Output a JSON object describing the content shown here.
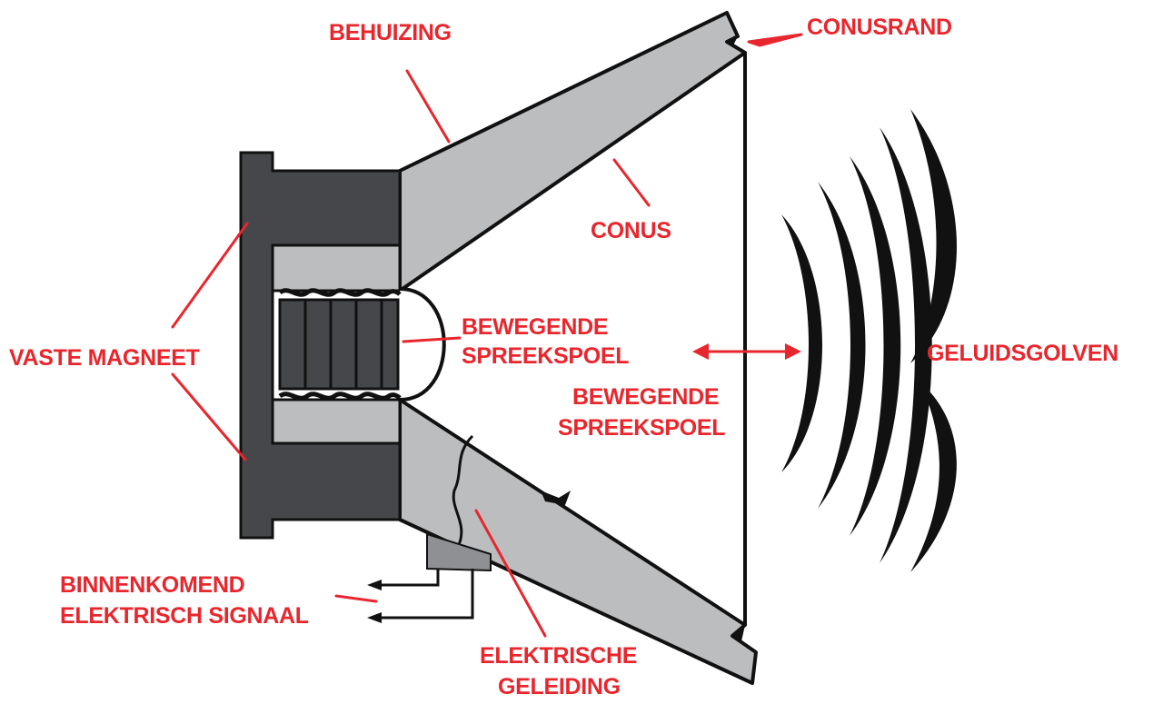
{
  "colors": {
    "label": "#e8262d",
    "magnet": "#45474a",
    "housing": "#bbbdbf",
    "outline": "#111111",
    "background": "#ffffff"
  },
  "labels": {
    "housing": "BEHUIZING",
    "cone_rim": "CONUSRAND",
    "cone": "CONUS",
    "fixed_magnet": "VASTE MAGNEET",
    "voice_coil_1": "BEWEGENDE",
    "voice_coil_2": "SPREEKSPOEL",
    "moving_coil_1": "BEWEGENDE",
    "moving_coil_2": "SPREEKSPOEL",
    "sound_waves": "GELUIDSGOLVEN",
    "input_signal_1": "BINNENKOMEND",
    "input_signal_2": "ELEKTRISCH SIGNAAL",
    "wiring_1": "ELEKTRISCHE",
    "wiring_2": "GELEIDING"
  }
}
